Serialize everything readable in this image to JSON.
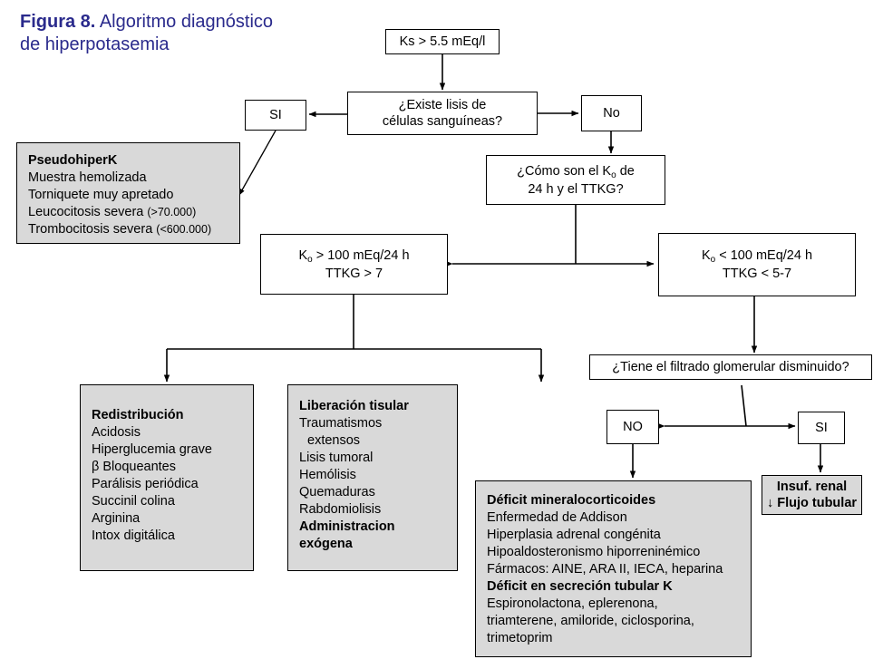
{
  "figure": {
    "label": "Figura 8.",
    "title_rest": " Algoritmo diagnóstico de hiperpotasemia",
    "accent_color": "#2a2a8c",
    "box_fill_gray": "#d9d9d9",
    "box_fill_white": "#ffffff",
    "stroke_color": "#000000"
  },
  "nodes": {
    "ks_threshold": {
      "text": "Ks > 5.5 mEq/l"
    },
    "lisis_question": {
      "line1": "¿Existe lisis de",
      "line2": "células sanguíneas?"
    },
    "si_lisis": {
      "text": "SI"
    },
    "no_lisis": {
      "text": "No"
    },
    "pseudohiperk": {
      "header": "PseudohiperK",
      "items": [
        "Muestra  hemolizada",
        "Torniquete  muy  apretado",
        "Leucocitosis severa ",
        "Trombocitosis severa "
      ],
      "item3_paren": "(>70.000)",
      "item4_paren": "(<600.000)"
    },
    "como_question": {
      "line1_a": "¿Cómo son el K",
      "line1_sub": "o",
      "line1_b": " de",
      "line2": "24 h y el TTKG?"
    },
    "ko_mayor": {
      "line1_a": "K",
      "line1_sub": "o",
      "line1_b": " > 100 mEq/24 h",
      "line2": "TTKG > 7"
    },
    "ko_menor": {
      "line1_a": "K",
      "line1_sub": "o",
      "line1_b": " < 100 mEq/24 h",
      "line2": "TTKG < 5-7"
    },
    "redistribucion": {
      "header": "Redistribución",
      "items": [
        "Acidosis",
        "Hiperglucemia   grave",
        "β Bloqueantes",
        "Parálisis periódica",
        "Succinil colina",
        "Arginina",
        "Intox  digitálica"
      ]
    },
    "liberacion_tisular": {
      "header": "Liberación tisular",
      "items": [
        "Traumatismos",
        "extensos",
        "Lisis tumoral",
        "Hemólisis",
        "Quemaduras",
        "Rabdomiolisis"
      ],
      "footer_line1": "Administracion",
      "footer_line2": "exógena"
    },
    "filtrado_question": {
      "text": "¿Tiene el filtrado glomerular disminuido?"
    },
    "no_filtrado": {
      "text": "NO"
    },
    "si_filtrado": {
      "text": "SI"
    },
    "insuf_renal": {
      "line1": "Insuf. renal",
      "line2": "↓ Flujo tubular"
    },
    "deficit": {
      "header1": "Déficit mineralocorticoides",
      "items1": [
        "Enfermedad de Addison",
        "Hiperplasia adrenal congénita",
        "Hipoaldosteronismo hiporreninémico",
        "Fármacos: AINE,  ARA II,  IECA, heparina"
      ],
      "header2": "Déficit en secreción tubular K",
      "items2": [
        "Espironolactona, eplerenona,",
        "triamterene,  amiloride, ciclosporina,",
        "trimetoprim"
      ]
    }
  },
  "connectors": [
    {
      "name": "ks-to-lisis",
      "kind": "arrow-down"
    },
    {
      "name": "lisis-to-si",
      "kind": "arrow-left"
    },
    {
      "name": "lisis-to-no",
      "kind": "arrow-right"
    },
    {
      "name": "si-to-pseudohiperk",
      "kind": "arrow-diagonal"
    },
    {
      "name": "no-to-como",
      "kind": "arrow-down"
    },
    {
      "name": "como-to-split",
      "kind": "line-down"
    },
    {
      "name": "ko-split",
      "kind": "double-arrow-horizontal"
    },
    {
      "name": "komayor-fork",
      "kind": "fork-down-2"
    },
    {
      "name": "komenor-to-filtrado",
      "kind": "arrow-down"
    },
    {
      "name": "filtrado-split",
      "kind": "double-arrow-horizontal"
    },
    {
      "name": "no2-to-deficit",
      "kind": "arrow-down"
    },
    {
      "name": "si2-to-insuf",
      "kind": "arrow-down"
    }
  ]
}
